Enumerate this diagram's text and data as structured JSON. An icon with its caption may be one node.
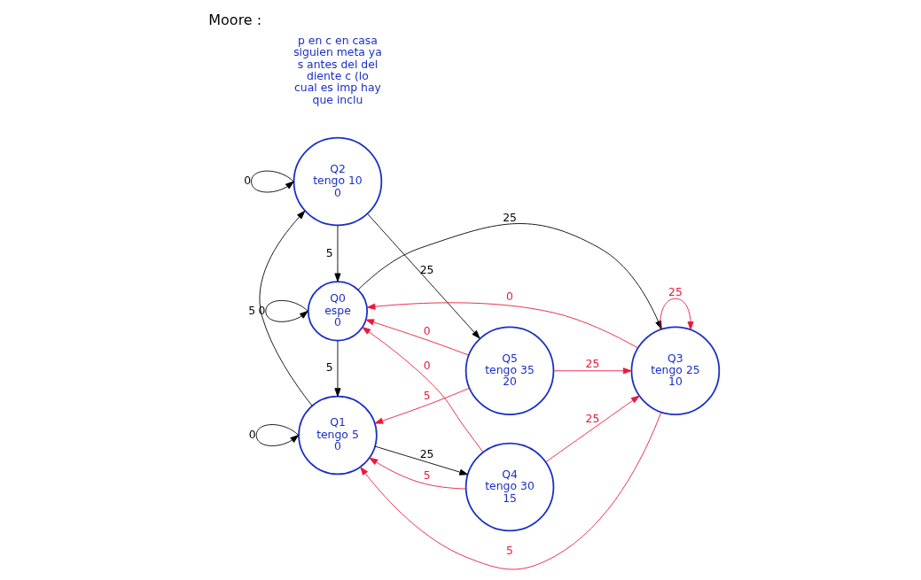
{
  "diagram": {
    "title": "Moore :",
    "nodes": [
      {
        "text": [
          "Q0",
          "espe",
          "0"
        ]
      },
      {
        "text": [
          "Q1",
          "tengo 5",
          "0"
        ]
      },
      {
        "text": [
          "Q2",
          "tengo 10",
          "0"
        ]
      },
      {
        "text": [
          "Q3",
          "tengo 25",
          "10"
        ]
      },
      {
        "text": [
          "Q4",
          "tengo 30",
          "15"
        ]
      },
      {
        "text": [
          "Q5",
          "tengo 35",
          "20"
        ]
      }
    ],
    "edges": [
      {
        "from": 0,
        "to": 0,
        "arrow": "to",
        "label": "0"
      },
      {
        "from": 0,
        "to": 3,
        "arrow": "to",
        "label": "25"
      },
      {
        "from": 0,
        "to": 1,
        "arrow": "to",
        "label": "5"
      },
      {
        "from": 1,
        "to": 1,
        "arrow": "to",
        "label": "0"
      },
      {
        "from": 1,
        "to": 2,
        "arrow": "to",
        "label": "5"
      },
      {
        "from": 1,
        "to": 4,
        "arrow": "to",
        "label": "25"
      },
      {
        "from": 2,
        "to": 2,
        "arrow": "to",
        "label": "0"
      },
      {
        "from": 2,
        "to": 0,
        "arrow": "to",
        "label": "5"
      },
      {
        "from": 2,
        "to": 5,
        "arrow": "to",
        "label": "25"
      },
      {
        "from": 3,
        "to": 3,
        "arrow": "to",
        "label": "25",
        "color": "#e8193c"
      },
      {
        "from": 3,
        "to": 0,
        "arrow": "to",
        "label": "0",
        "color": "#e8193c"
      },
      {
        "from": 3,
        "to": 1,
        "arrow": "to",
        "label": "5",
        "color": "#e8193c"
      },
      {
        "from": 4,
        "to": 3,
        "arrow": "to",
        "label": "25",
        "color": "#e8193c"
      },
      {
        "from": 4,
        "to": 1,
        "arrow": "to",
        "label": "5",
        "color": "#e8193c"
      },
      {
        "from": 4,
        "to": 0,
        "arrow": "to",
        "label": "0",
        "color": "#e8193c"
      },
      {
        "from": 5,
        "to": 0,
        "arrow": "to",
        "label": "0",
        "color": "#e8193c"
      },
      {
        "from": 5,
        "to": 3,
        "arrow": "to",
        "label": "25",
        "color": "#e8193c"
      },
      {
        "from": 5,
        "to": 1,
        "arrow": "to",
        "label": "5",
        "color": "#e8193c"
      }
    ],
    "labels": [
      "p en c en casa siguien meta ya s antes del del diente c (lo cual es imp hay que inclu"
    ]
  }
}
